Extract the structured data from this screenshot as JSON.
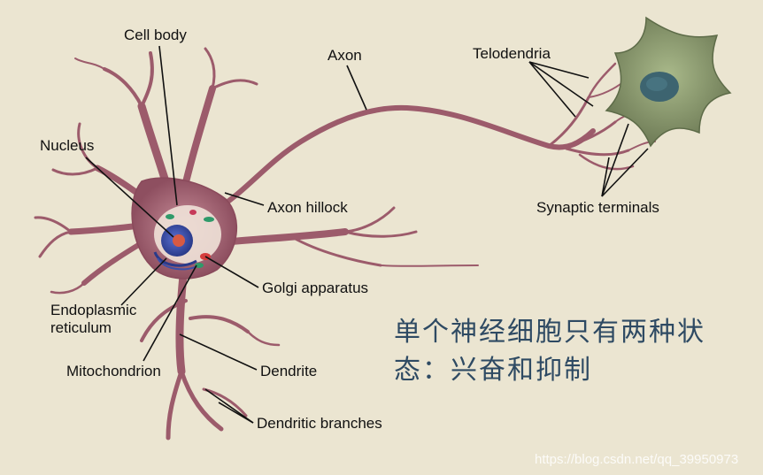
{
  "labels": {
    "cell_body": "Cell body",
    "nucleus": "Nucleus",
    "axon": "Axon",
    "telodendria": "Telodendria",
    "axon_hillock": "Axon hillock",
    "synaptic_terminals": "Synaptic terminals",
    "golgi_apparatus": "Golgi apparatus",
    "endoplasmic_line1": "Endoplasmic",
    "endoplasmic_line2": "reticulum",
    "mitochondrion": "Mitochondrion",
    "dendrite": "Dendrite",
    "dendritic_branches": "Dendritic branches"
  },
  "caption": {
    "line1": "单个神经细胞只有两种状",
    "line2": "态：兴奋和抑制"
  },
  "watermark": "https://blog.csdn.net/qq_39950973",
  "colors": {
    "background": "#ebe5d1",
    "neuron": "#9c5b6b",
    "neuron_light": "#c8949c",
    "target_cell": "#7f8f63",
    "nucleus": "#3b4fa8",
    "caption": "#2e4a63"
  }
}
